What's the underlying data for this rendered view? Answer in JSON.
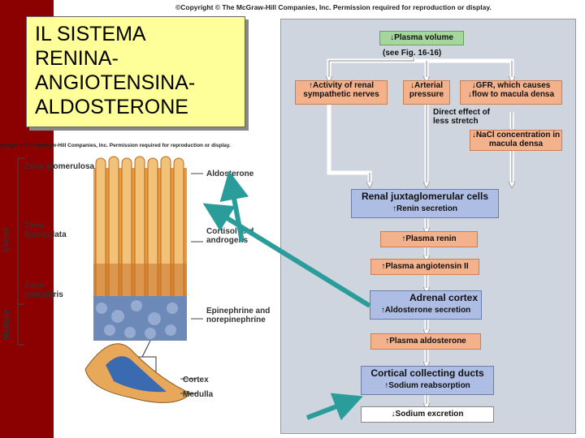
{
  "copyright_top": "©Copyright © The McGraw-Hill Companies, Inc. Permission required for reproduction or display.",
  "copyright_left": "pyright © The McGraw-Hill Companies, Inc. Permission required for reproduction or display.",
  "title": "IL SISTEMA\nRENINA-\nANGIOTENSINA-\nALDOSTERONE",
  "flow": {
    "plasma_volume": "↓Plasma volume",
    "see_fig": "(see Fig.   16-16)",
    "activity": "↑Activity of renal sympathetic nerves",
    "arterial": "↓Arterial pressure",
    "gfr": "↓GFR, which causes ↓flow to macula densa",
    "direct": "Direct effect of less stretch",
    "nacl": "↓NaCl concentration in macula densa",
    "jg_title": "Renal juxtaglomerular cells",
    "renin_sec": "↑Renin secretion",
    "plasma_renin": "↑Plasma renin",
    "angiotensin": "↑Plasma angiotensin II",
    "adrenal_title": "Adrenal cortex",
    "aldo_sec": "↑Aldosterone secretion",
    "plasma_aldo": "↑Plasma aldosterone",
    "ccd_title": "Cortical collecting ducts",
    "sodium_reabs": "↑Sodium reabsorption",
    "sodium_exc": "↓Sodium excretion"
  },
  "anatomy": {
    "zona_glomerulosa": "Zona glomerulosa",
    "zona_fasciculata": "Zona fasciculata",
    "zona_reticularis": "Zona reticularis",
    "cortex": "Cortex",
    "medulla": "Medulla",
    "aldosterone": "Aldosterone",
    "cortisol": "Cortisol and androgens",
    "epinephrine": "Epinephrine and norepinephrine",
    "gland_cortex": "Cortex",
    "gland_medulla": "Medulla"
  },
  "colors": {
    "arrow": "#2a9d9a",
    "red_bar": "#8b0000",
    "title_bg": "#ffff99"
  }
}
